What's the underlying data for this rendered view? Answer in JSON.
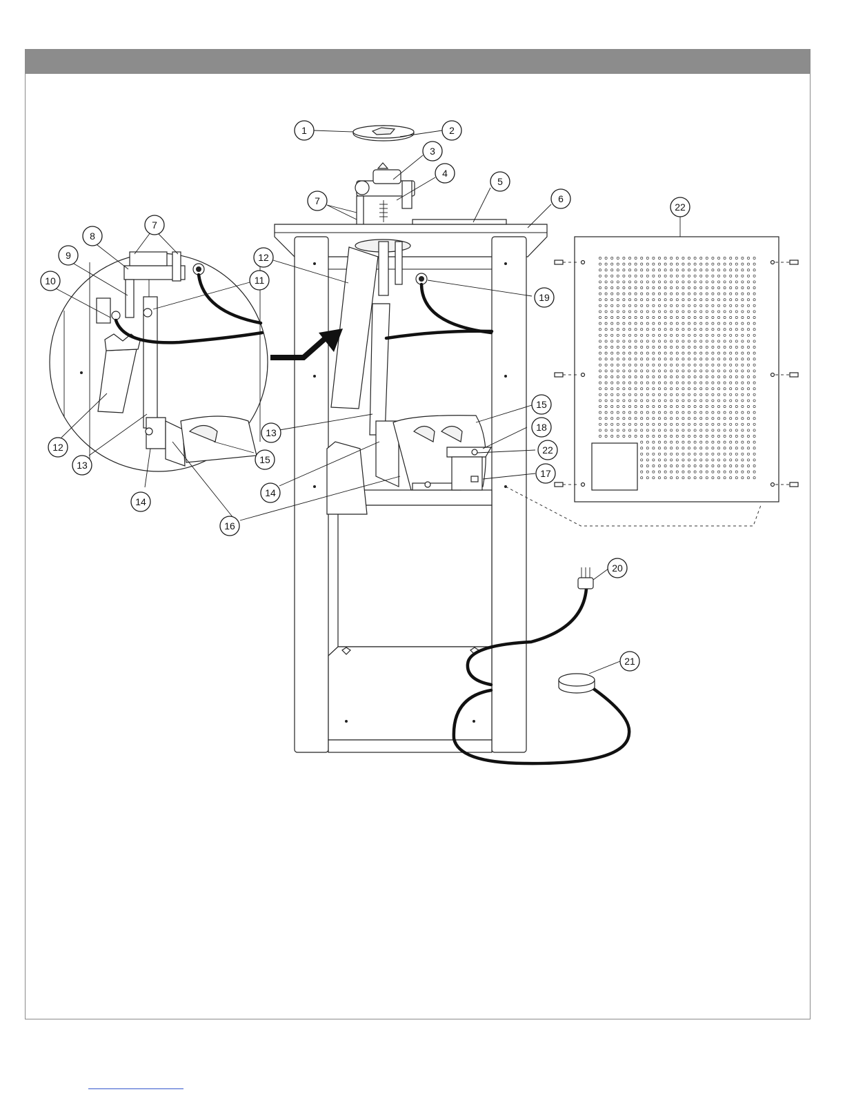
{
  "colors": {
    "header_bar": "#8c8c8c",
    "frame_border": "#8a8a8a",
    "line": "#1a1a1a",
    "footer_link": "#3355cc"
  },
  "callouts": [
    {
      "id": "c1",
      "label": "1"
    },
    {
      "id": "c2",
      "label": "2"
    },
    {
      "id": "c3",
      "label": "3"
    },
    {
      "id": "c4",
      "label": "4"
    },
    {
      "id": "c5",
      "label": "5"
    },
    {
      "id": "c6",
      "label": "6"
    },
    {
      "id": "c7a",
      "label": "7"
    },
    {
      "id": "c7b",
      "label": "7"
    },
    {
      "id": "c8",
      "label": "8"
    },
    {
      "id": "c9",
      "label": "9"
    },
    {
      "id": "c10",
      "label": "10"
    },
    {
      "id": "c11",
      "label": "11"
    },
    {
      "id": "c12a",
      "label": "12"
    },
    {
      "id": "c12b",
      "label": "12"
    },
    {
      "id": "c13a",
      "label": "13"
    },
    {
      "id": "c13b",
      "label": "13"
    },
    {
      "id": "c14a",
      "label": "14"
    },
    {
      "id": "c14b",
      "label": "14"
    },
    {
      "id": "c15a",
      "label": "15"
    },
    {
      "id": "c15b",
      "label": "15"
    },
    {
      "id": "c16",
      "label": "16"
    },
    {
      "id": "c17",
      "label": "17"
    },
    {
      "id": "c18",
      "label": "18"
    },
    {
      "id": "c19",
      "label": "19"
    },
    {
      "id": "c20",
      "label": "20"
    },
    {
      "id": "c21",
      "label": "21"
    },
    {
      "id": "c22a",
      "label": "22"
    },
    {
      "id": "c22b",
      "label": "22"
    }
  ]
}
